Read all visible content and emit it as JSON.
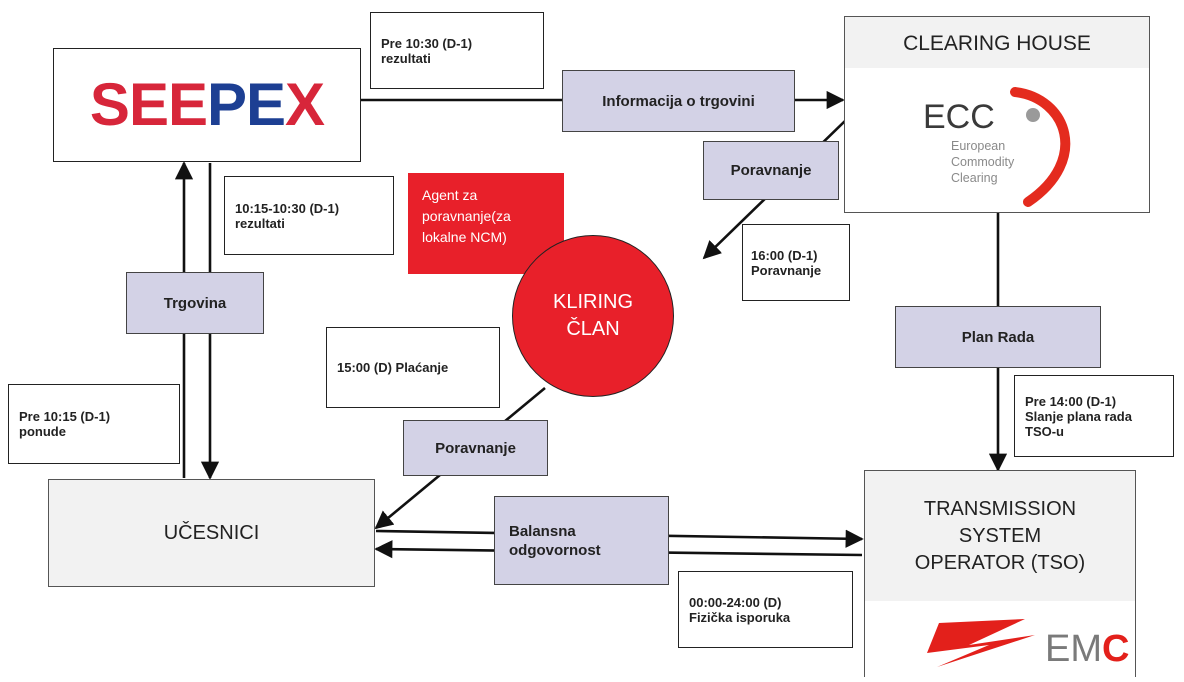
{
  "seepex": {
    "logo_text": "SEEPEX",
    "logo_left": "SEE",
    "logo_mid": "PE",
    "logo_right": "X"
  },
  "clearing_house": {
    "title": "CLEARING HOUSE",
    "logo": "ECC",
    "logo_line1": "European",
    "logo_line2": "Commodity",
    "logo_line3": "Clearing"
  },
  "tso": {
    "title_line1": "TRANSMISSION",
    "title_line2": "SYSTEM",
    "title_line3": "OPERATOR (TSO)",
    "logo_text": "EMC",
    "logo_em": "EM",
    "logo_c": "C"
  },
  "ucesnici": {
    "title": "UČESNICI"
  },
  "kliring": {
    "line1": "KLIRING",
    "line2": "ČLAN"
  },
  "agent": {
    "line1": "Agent  za",
    "line2": "poravnanje(za",
    "line3": "lokalne  NCM)"
  },
  "notes": {
    "pre1030_line1": "Pre 10:30 (D-1)",
    "pre1030_line2": "rezultati",
    "t1015_line1": "10:15-10:30 (D-1)",
    "t1015_line2": "rezultati",
    "t1600_line1": "16:00 (D-1)",
    "t1600_line2": "Poravnanje",
    "t1500": "15:00 (D) Plaćanje",
    "pre1015_line1": "Pre 10:15 (D-1)",
    "pre1015_line2": "ponude",
    "pre1400_line1": "Pre 14:00 (D-1)",
    "pre1400_line2": "Slanje plana rada",
    "pre1400_line3": "TSO-u",
    "t0000_line1": "00:00-24:00 (D)",
    "t0000_line2": "Fizička isporuka"
  },
  "labels": {
    "informacija": "Informacija o trgovini",
    "poravnanje_top": "Poravnanje",
    "trgovina": "Trgovina",
    "plan_rada": "Plan Rada",
    "poravnanje_bottom": "Poravnanje",
    "balansna_line1": "Balansna",
    "balansna_line2": "odgovornost"
  },
  "colors": {
    "seepex_red": "#d7263a",
    "seepex_blue": "#1d3f93",
    "kliring_red": "#e8202a",
    "label_fill": "#d3d2e6",
    "ecc_grey": "#808080",
    "ecc_red": "#e42b1e",
    "emc_red": "#e3201b"
  }
}
